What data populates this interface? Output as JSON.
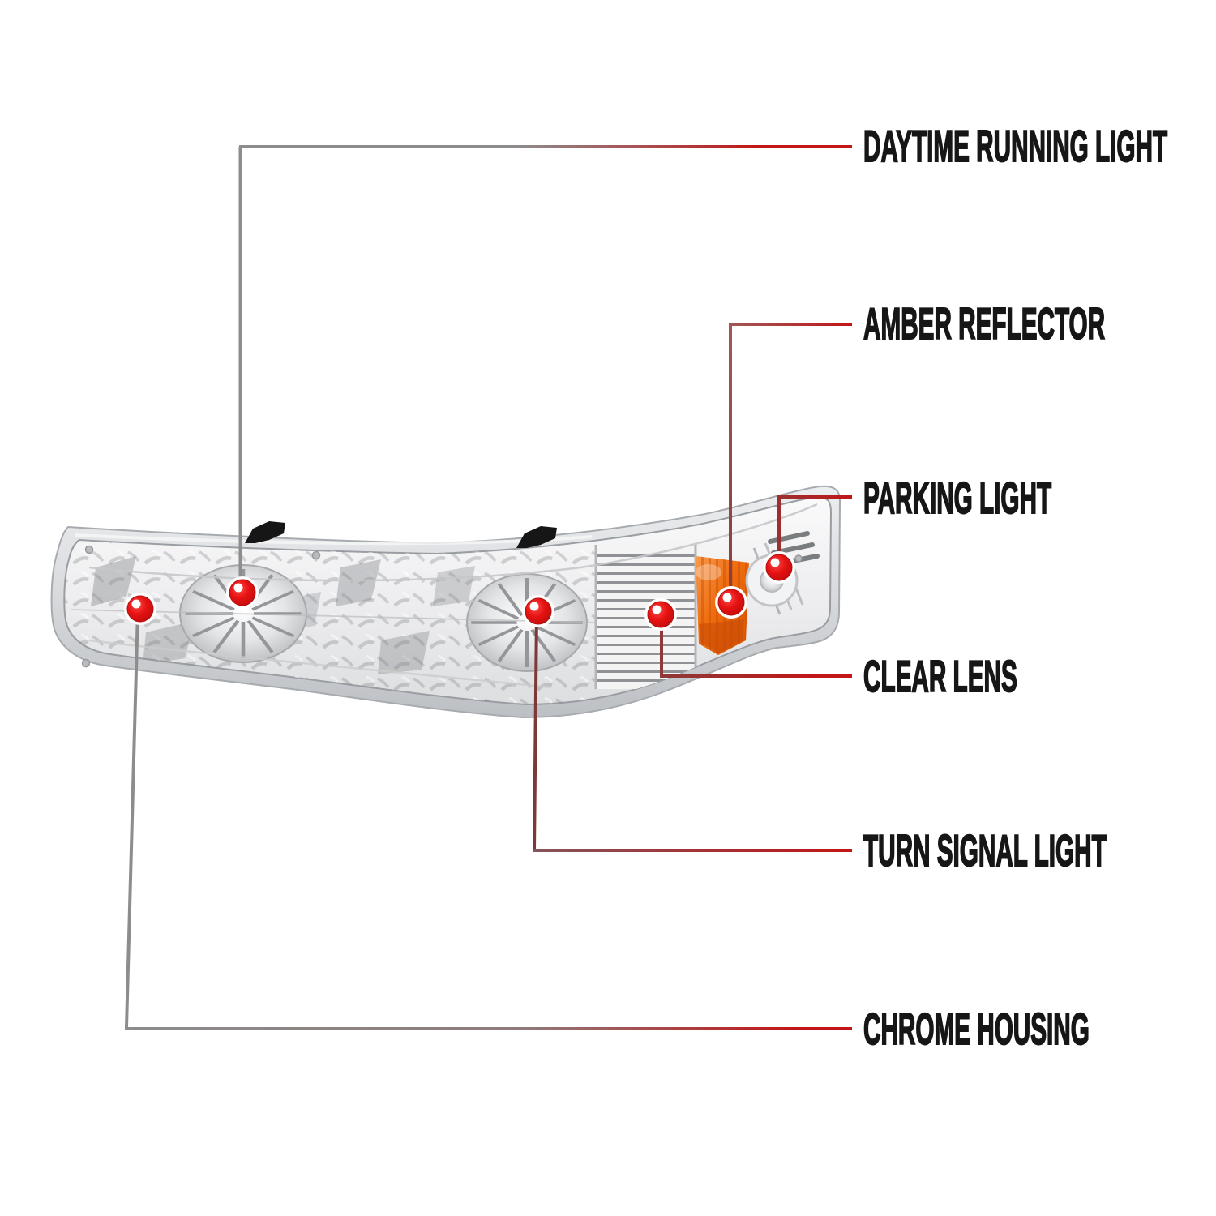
{
  "diagram": {
    "title": "parking-signal-light-feature-callouts",
    "product": "chrome-housing-clear-lens-parking-turn-signal-light",
    "callouts": [
      {
        "id": "daytime-running-light",
        "label": "DAYTIME RUNNING LIGHT"
      },
      {
        "id": "amber-reflector",
        "label": "AMBER REFLECTOR"
      },
      {
        "id": "parking-light",
        "label": "PARKING LIGHT"
      },
      {
        "id": "clear-lens",
        "label": "CLEAR LENS"
      },
      {
        "id": "turn-signal-light",
        "label": "TURN SIGNAL LIGHT"
      },
      {
        "id": "chrome-housing",
        "label": "CHROME HOUSING"
      }
    ],
    "colors": {
      "label_text": "#161616",
      "callout_red": "#c21618",
      "callout_gray": "#8d8d8d",
      "callout_maroon": "#94474a",
      "marker_red": "#e51212",
      "marker_ring": "#ffffff",
      "amber_reflector": "#ee6c0d",
      "chrome_light": "#f4f5f6",
      "chrome_dark": "#bcbfc3",
      "background": "#ffffff"
    }
  }
}
